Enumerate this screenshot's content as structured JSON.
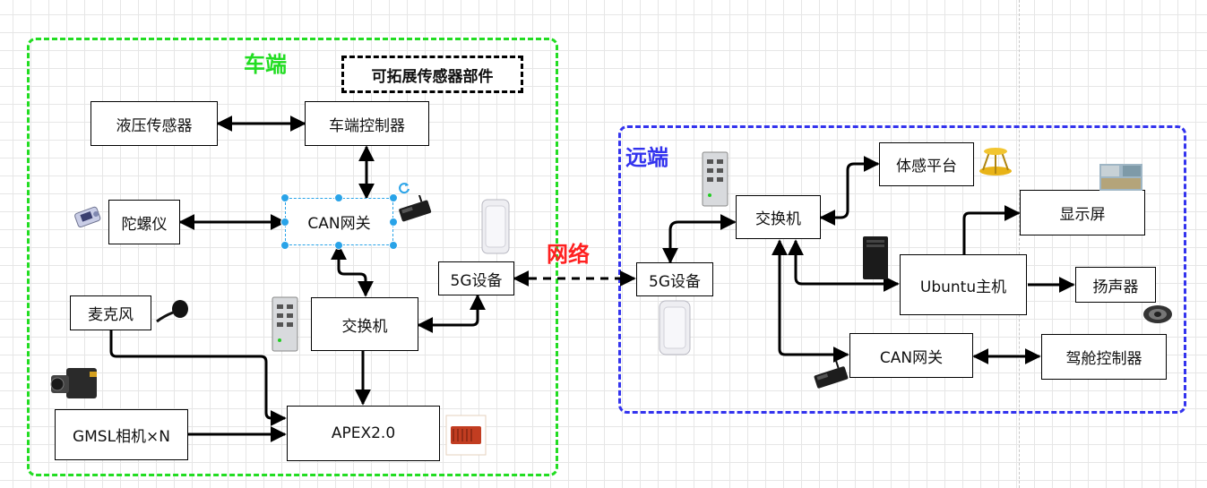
{
  "vehicle": {
    "title": "车端",
    "color": "#22dd22",
    "extension_label": "可拓展传感器部件",
    "nodes": {
      "hydraulic": "液压传感器",
      "controller": "车端控制器",
      "gyro": "陀螺仪",
      "can": "CAN网关",
      "switch": "交换机",
      "mic": "麦克风",
      "camera": "GMSL相机×N",
      "apex": "APEX2.0",
      "fiveg": "5G设备"
    }
  },
  "network_label": "网络",
  "network_color": "#ff2020",
  "remote": {
    "title": "远端",
    "color": "#3333ee",
    "nodes": {
      "fiveg": "5G设备",
      "switch": "交换机",
      "motion": "体感平台",
      "display": "显示屏",
      "ubuntu": "Ubuntu主机",
      "speaker": "扬声器",
      "can": "CAN网关",
      "cockpit": "驾舱控制器"
    }
  },
  "icons": [
    "gyroscope-icon",
    "can-module-icon",
    "refresh-icon",
    "router-icon",
    "switch-icon",
    "microphone-icon",
    "camera-icon",
    "apex-board-icon",
    "motion-platform-icon",
    "screen-preview-icon",
    "pc-tower-icon",
    "speaker-icon"
  ]
}
